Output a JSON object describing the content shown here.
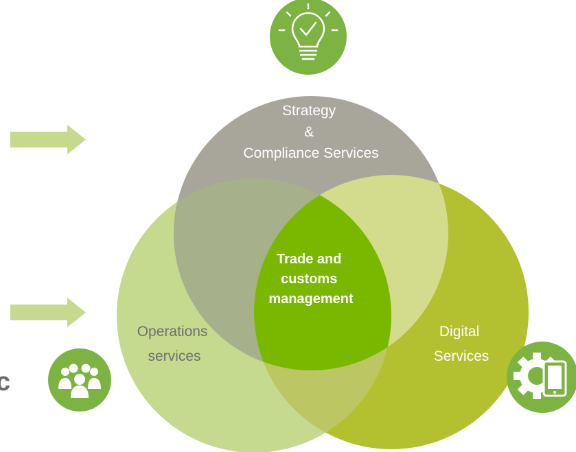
{
  "diagram": {
    "circles": {
      "strategy": {
        "lines": [
          "Strategy",
          "&",
          "Compliance Services"
        ],
        "color": "#a8a59b"
      },
      "operations": {
        "lines": [
          "Operations",
          "services"
        ],
        "color": "#c5d98f"
      },
      "digital": {
        "lines": [
          "Digital",
          "Services"
        ],
        "color": "#b3c030"
      },
      "center": {
        "lines": [
          "Trade and",
          "customs",
          "management"
        ],
        "color": "#7ab800"
      }
    },
    "overlap_colors": {
      "strategy_operations": "#a6b08a",
      "strategy_digital": "#d3dc8c",
      "operations_digital": "#bcc764"
    },
    "arrows": {
      "color": "#c5d98f"
    },
    "icon_badges": {
      "color": "#7cb342",
      "icon_color": "#ffffff",
      "top": "lightbulb-check",
      "left": "people-group",
      "right": "gear-tablet"
    },
    "partial_text": "c"
  }
}
